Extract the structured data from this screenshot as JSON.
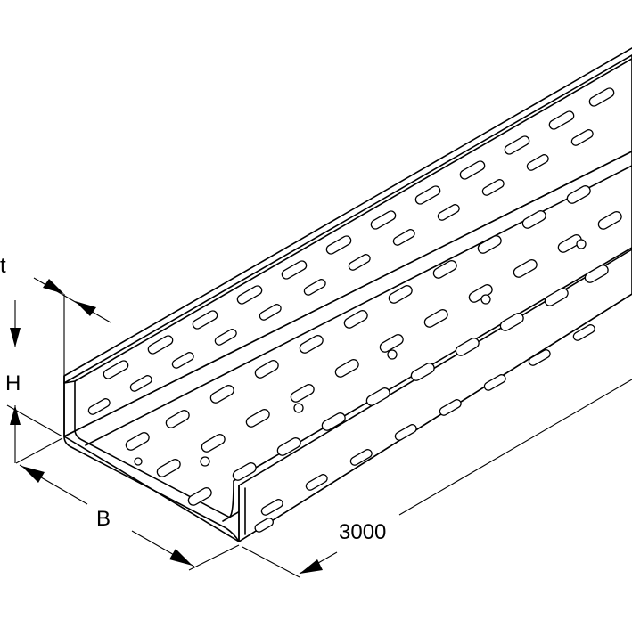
{
  "diagram": {
    "labels": {
      "thickness": "t",
      "height": "H",
      "width": "B",
      "length": "3000"
    }
  }
}
